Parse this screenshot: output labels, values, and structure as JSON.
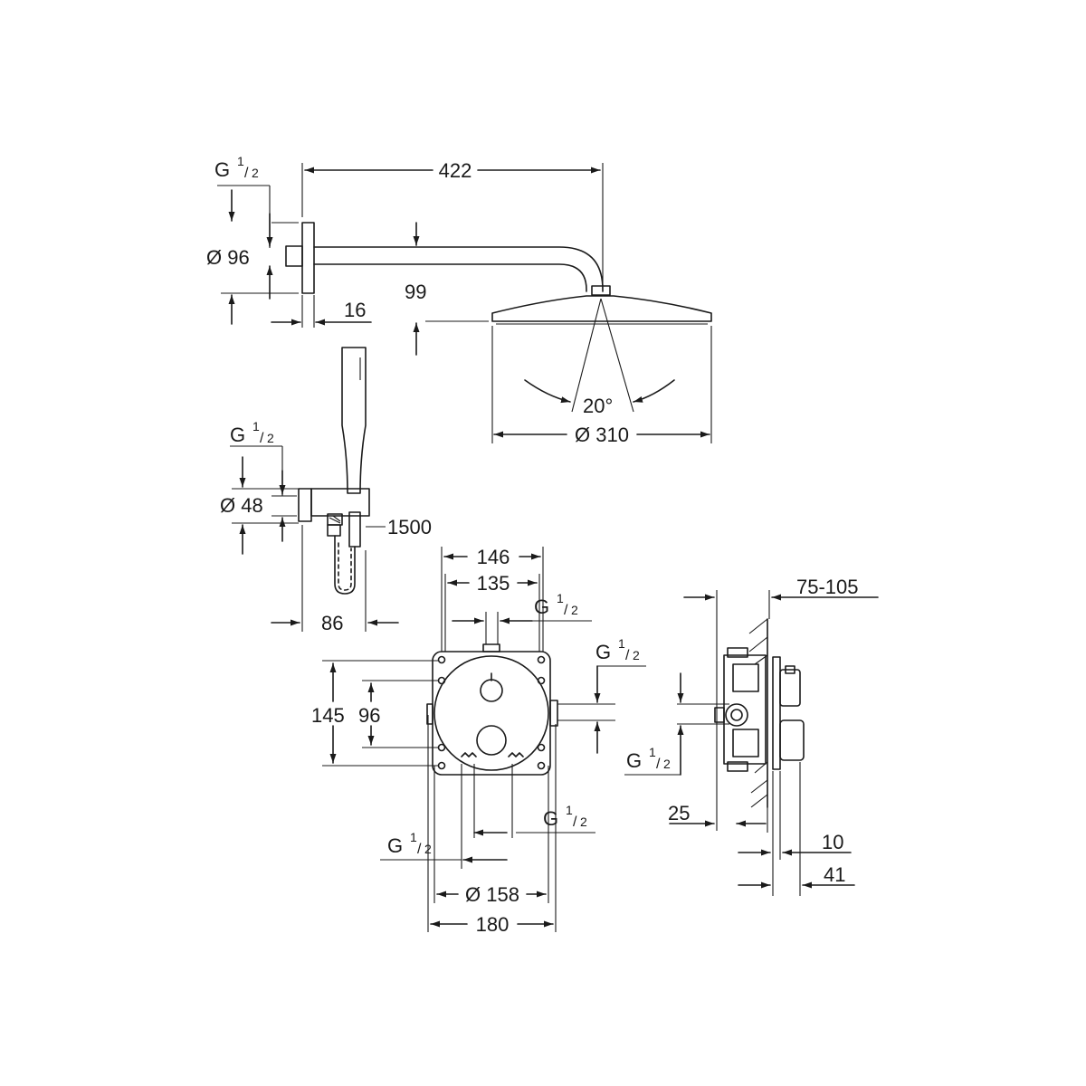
{
  "drawing": {
    "dimensions": {
      "arm_length": "422",
      "arm_drop": "99",
      "flange_depth": "16",
      "flange_diameter": "Ø 96",
      "head_diameter": "Ø 310",
      "spray_angle": "20°",
      "holder_diameter": "Ø 48",
      "hose_length": "1500",
      "holder_offset": "86",
      "box_outer_width": "146",
      "box_inner_width": "135",
      "box_height": "145",
      "box_hole_spacing": "96",
      "trim_diameter": "Ø 158",
      "trim_width": "180",
      "depth_range": "75-105",
      "side_offset": "25",
      "side_depth_1": "10",
      "side_depth_2": "41"
    },
    "thread": {
      "prefix": "G",
      "numerator": "1",
      "denominator": "2"
    }
  }
}
